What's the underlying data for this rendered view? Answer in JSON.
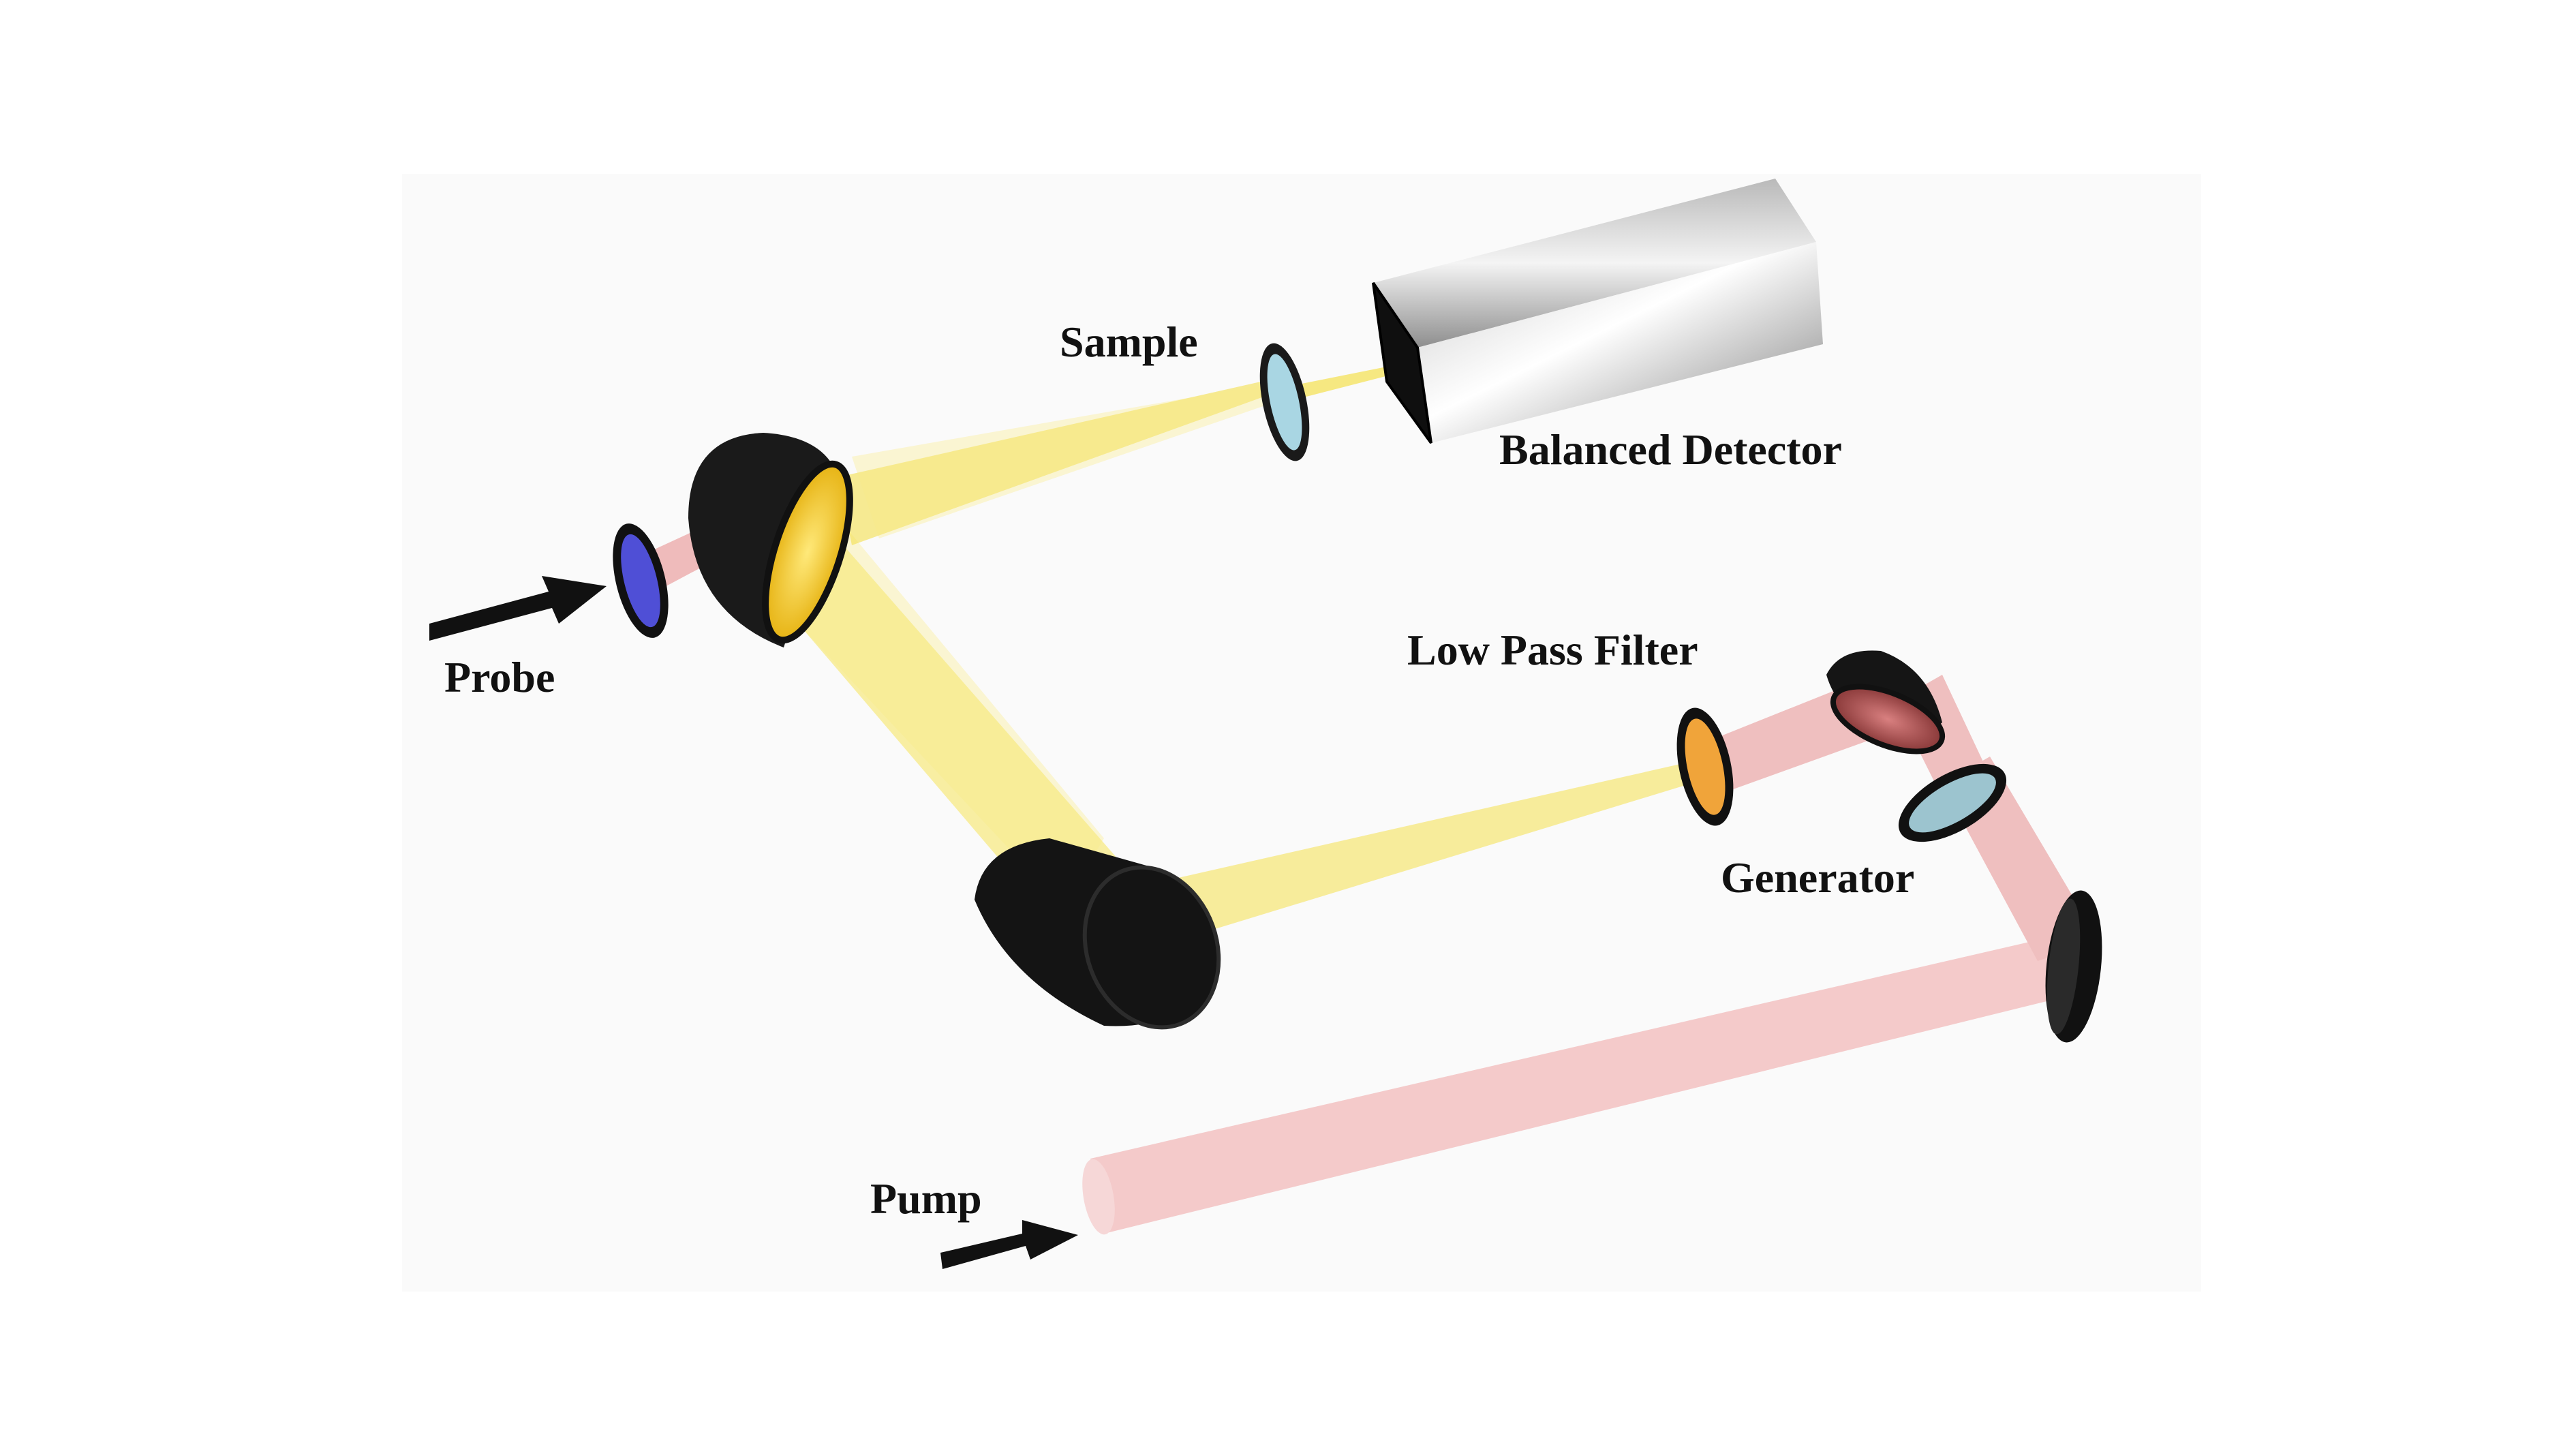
{
  "labels": {
    "sample": "Sample",
    "balanced_detector": "Balanced Detector",
    "probe": "Probe",
    "low_pass_filter": "Low Pass Filter",
    "generator": "Generator",
    "pump": "Pump"
  },
  "colors": {
    "probe_beam": "#f4e04d",
    "pump_beam": "#eb9c9c",
    "optic_body": "#1a1a1a",
    "sample_lens": "#a9d6e3",
    "probe_lens": "#4f4fd6",
    "low_pass_filter_lens": "#f0a43a",
    "generator_crystal": "#9cc4cf",
    "label_text": "#111111"
  }
}
